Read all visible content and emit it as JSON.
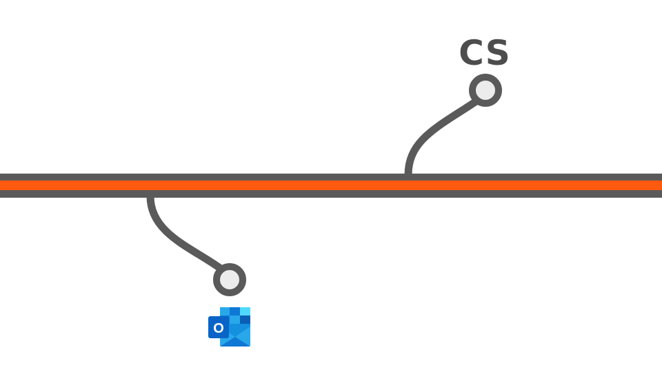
{
  "colors": {
    "background": "#ffffff",
    "line_outer": "#5a5a5a",
    "line_inner": "#ff5a0f",
    "branch": "#5a5a5a",
    "node_fill": "#ececec",
    "node_stroke": "#5a5a5a",
    "label": "#4d4d4d"
  },
  "nodes": [
    {
      "id": "cs",
      "label": "CS",
      "side": "above"
    },
    {
      "id": "outlook",
      "label": "",
      "icon": "outlook-icon",
      "logo_letter": "O",
      "side": "below"
    }
  ]
}
